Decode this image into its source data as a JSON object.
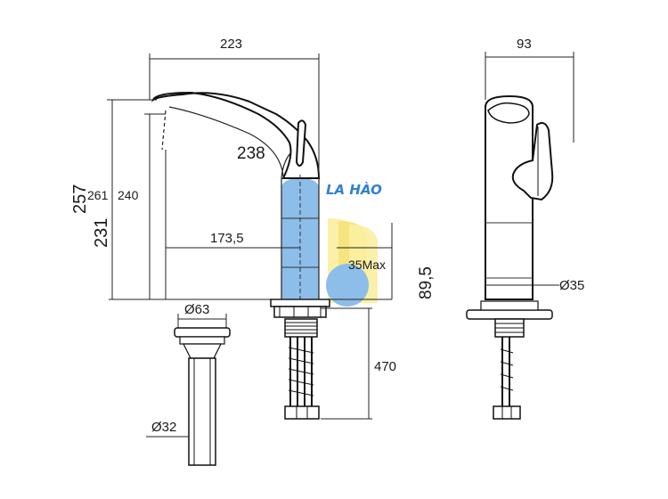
{
  "dimensions": {
    "spout_reach": "223",
    "side_width": "93",
    "spout_arc": "238",
    "total_height": "257",
    "height_261": "261",
    "height_240": "240",
    "height_231": "231",
    "reach_173": "173,5",
    "max_deck": "35Max",
    "hose_length": "470",
    "body_height": "89,5",
    "hole_dia": "Ø35",
    "waste_top": "Ø63",
    "waste_pipe": "Ø32"
  },
  "watermark": {
    "text": "LA HÀO"
  },
  "colors": {
    "body_highlight": "#8dbde9",
    "logo_blue": "#2f7fd6",
    "logo_yellow": "#f6e27a"
  }
}
